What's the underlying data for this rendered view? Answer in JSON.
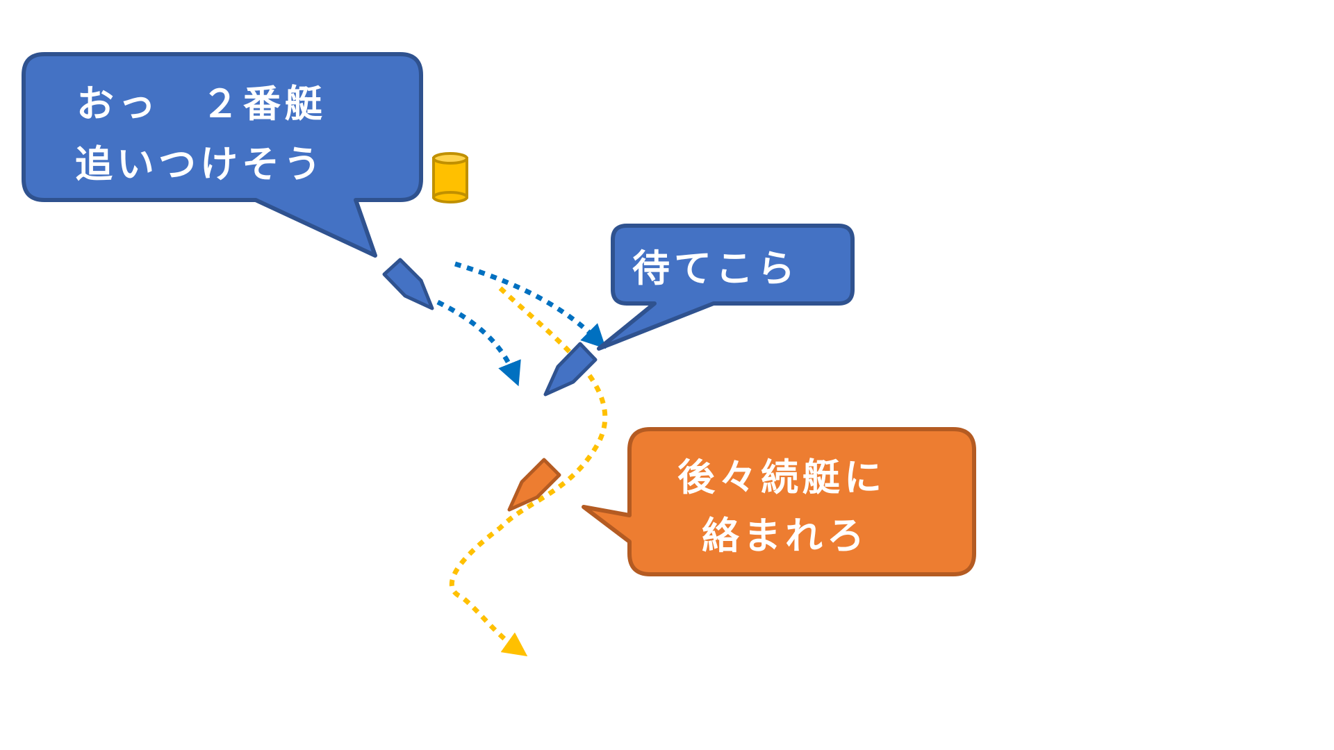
{
  "colors": {
    "background": "#ffffff",
    "blue_fill": "#4472C4",
    "blue_stroke": "#2F528F",
    "orange_fill": "#ED7D31",
    "orange_stroke": "#B45B22",
    "blue_path": "#0070C0",
    "yellow_path": "#FFC000",
    "buoy_fill": "#FFC000",
    "buoy_stroke": "#C09000",
    "text": "#ffffff"
  },
  "callouts": {
    "boat1": {
      "line1": "おっ　２番艇",
      "line2": "追いつけそう"
    },
    "boat2": {
      "line1": "待てこら"
    },
    "boat3": {
      "line1": "後々続艇に",
      "line2": "絡まれろ"
    }
  },
  "icons": {
    "buoy": "buoy-icon",
    "boat": "boat-icon"
  }
}
